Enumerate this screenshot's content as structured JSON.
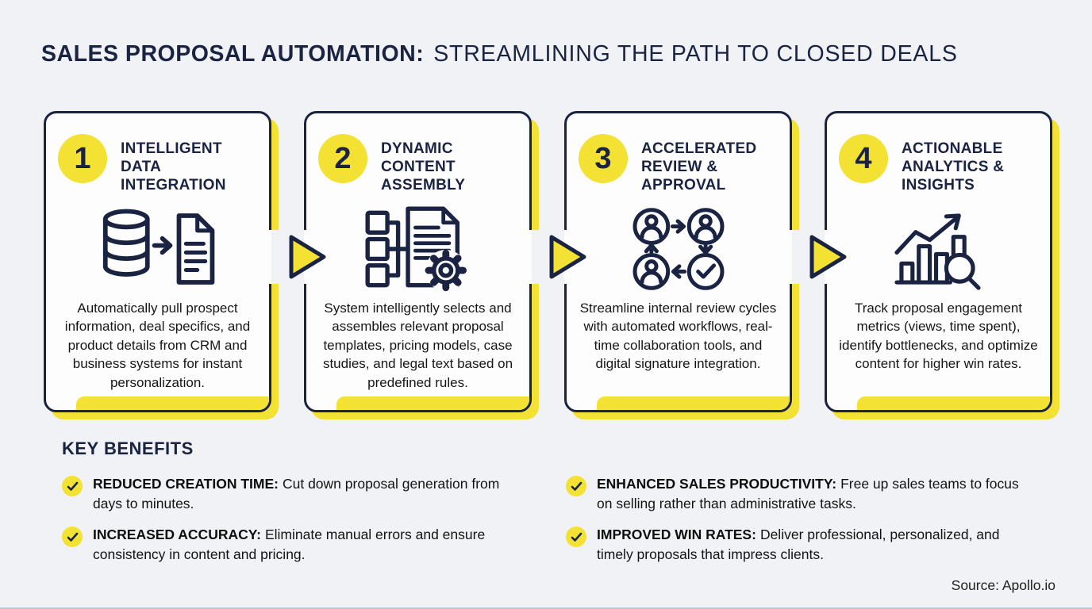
{
  "page": {
    "title_bold": "SALES PROPOSAL AUTOMATION:",
    "title_regular": "STREAMLINING THE PATH TO CLOSED DEALS",
    "source": "Source: Apollo.io"
  },
  "colors": {
    "background": "#f0f2f6",
    "navy": "#1b2342",
    "yellow": "#f3e234",
    "card_background": "#fdfdfe"
  },
  "steps": [
    {
      "number": "1",
      "title": "INTELLIGENT DATA INTEGRATION",
      "icon": "database-transfer-icon",
      "description": "Automatically pull prospect information, deal specifics, and product details from CRM and business systems for instant personalization."
    },
    {
      "number": "2",
      "title": "DYNAMIC CONTENT ASSEMBLY",
      "icon": "content-assembly-icon",
      "description": "System intelligently selects and assembles relevant proposal templates, pricing models, case studies, and legal text based on predefined rules."
    },
    {
      "number": "3",
      "title": "ACCELERATED REVIEW & APPROVAL",
      "icon": "approval-workflow-icon",
      "description": "Streamline internal review cycles with automated workflows, real-time collaboration tools, and digital signature integration."
    },
    {
      "number": "4",
      "title": "ACTIONABLE ANALYTICS & INSIGHTS",
      "icon": "analytics-search-icon",
      "description": "Track proposal engagement metrics (views, time spent), identify bottlenecks, and optimize content for higher win rates."
    }
  ],
  "benefits": {
    "heading": "KEY BENEFITS",
    "items": [
      {
        "label": "REDUCED CREATION TIME:",
        "text": "Cut down proposal generation from days to minutes."
      },
      {
        "label": "INCREASED ACCURACY:",
        "text": "Eliminate manual errors and ensure consistency in content and pricing."
      },
      {
        "label": "ENHANCED SALES PRODUCTIVITY:",
        "text": "Free up sales teams to focus on selling rather than administrative tasks."
      },
      {
        "label": "IMPROVED WIN RATES:",
        "text": "Deliver professional, personalized, and timely proposals that impress clients."
      }
    ]
  }
}
